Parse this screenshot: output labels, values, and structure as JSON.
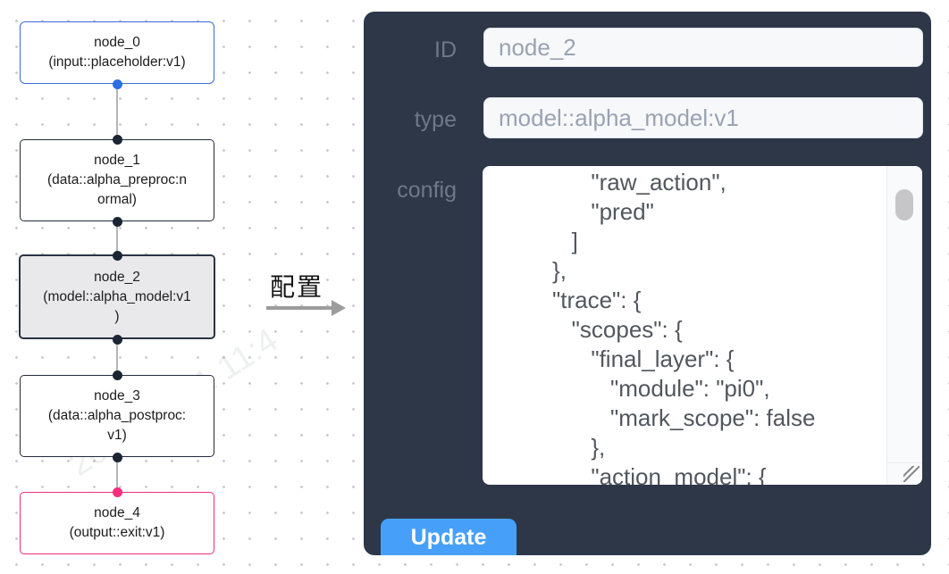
{
  "flow": {
    "nodes": [
      {
        "id": "node_0",
        "title": "node_0",
        "subtitle": "(input::placeholder:v1)",
        "kind": "input",
        "border_color": "#3b6cd0",
        "selected": false
      },
      {
        "id": "node_1",
        "title": "node_1",
        "subtitle": "(data::alpha_preproc:n\normal)",
        "kind": "data",
        "border_color": "#222b38",
        "selected": false
      },
      {
        "id": "node_2",
        "title": "node_2",
        "subtitle": "(model::alpha_model:v1\n)",
        "kind": "model",
        "border_color": "#2a3342",
        "selected": true,
        "selected_bg": "#e9e9eb"
      },
      {
        "id": "node_3",
        "title": "node_3",
        "subtitle": "(data::alpha_postproc:\nv1)",
        "kind": "data",
        "border_color": "#222b38",
        "selected": false
      },
      {
        "id": "node_4",
        "title": "node_4",
        "subtitle": "(output::exit:v1)",
        "kind": "output",
        "border_color": "#eb2e7a",
        "selected": false
      }
    ],
    "connector_colors": {
      "input": "#2d6fe3",
      "default": "#1c2534",
      "output": "#fa2e7d"
    },
    "edge_color": "#b4b6bc"
  },
  "transition": {
    "label": "配置",
    "arrow_color": "#9c9c9c"
  },
  "panel": {
    "bg_color": "#2d3748",
    "fields": [
      {
        "label": "ID",
        "value": "node_2"
      },
      {
        "label": "type",
        "value": "model::alpha_model:v1"
      }
    ],
    "config": {
      "label": "config",
      "text": "               \"raw_action\",\n               \"pred\"\n            ]\n         },\n         \"trace\": {\n            \"scopes\": {\n               \"final_layer\": {\n                  \"module\": \"pi0\",\n                  \"mark_scope\": false\n               },\n               \"action_model\": {"
    },
    "update_label": "Update",
    "button_color": "#46a0fa"
  },
  "watermark": {
    "text": "2025/04/11 11:4"
  }
}
